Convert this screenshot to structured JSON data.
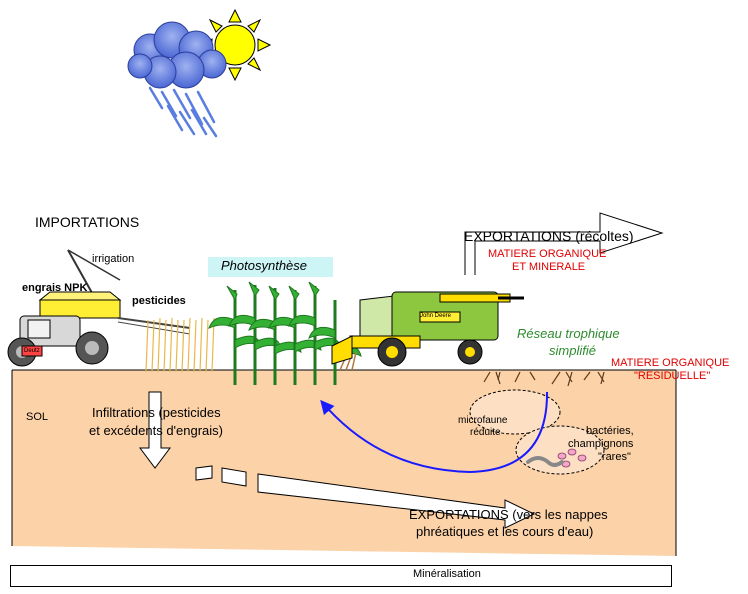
{
  "labels": {
    "importations": "IMPORTATIONS",
    "irrigation": "irrigation",
    "engrais_npk": "engrais NPK",
    "pesticides": "pesticides",
    "photosynthese": "Photosynthèse",
    "exportations_recoltes": "EXPORTATIONS (récoltes)",
    "mo_minerale_1": "MATIERE ORGANIQUE",
    "mo_minerale_2": "ET MINERALE",
    "reseau_1": "Réseau trophique",
    "reseau_2": "simplifié",
    "mo_residuelle_1": "MATIERE ORGANIQUE",
    "mo_residuelle_2": "\"RESIDUELLE\"",
    "sol": "SOL",
    "infiltrations_1": "Infiltrations (pesticides",
    "infiltrations_2": "et excédents  d'engrais)",
    "microfaune_1": "microfaune",
    "microfaune_2": "réduite",
    "bacteries_1": "bactéries,",
    "bacteries_2": "champignons",
    "bacteries_3": "\"rares\"",
    "exportations_nappes_1": "EXPORTATIONS (vers les nappes",
    "exportations_nappes_2": "phréatiques et les cours d'eau)",
    "harvester_brand": "John Deere",
    "tractor_brand": "Deutz"
  },
  "legend": {
    "mineralisation": "Minéralisation"
  },
  "colors": {
    "soil": "#fcd2a8",
    "sky_cloud": "#5577dd",
    "sun": "#ffff00",
    "crop_green": "#2fa82f",
    "harvester": "#8dc63f",
    "arrow_blue": "#1a1aff",
    "text_red": "#e00000",
    "photosynthese_bg": "#cdf5f5"
  }
}
